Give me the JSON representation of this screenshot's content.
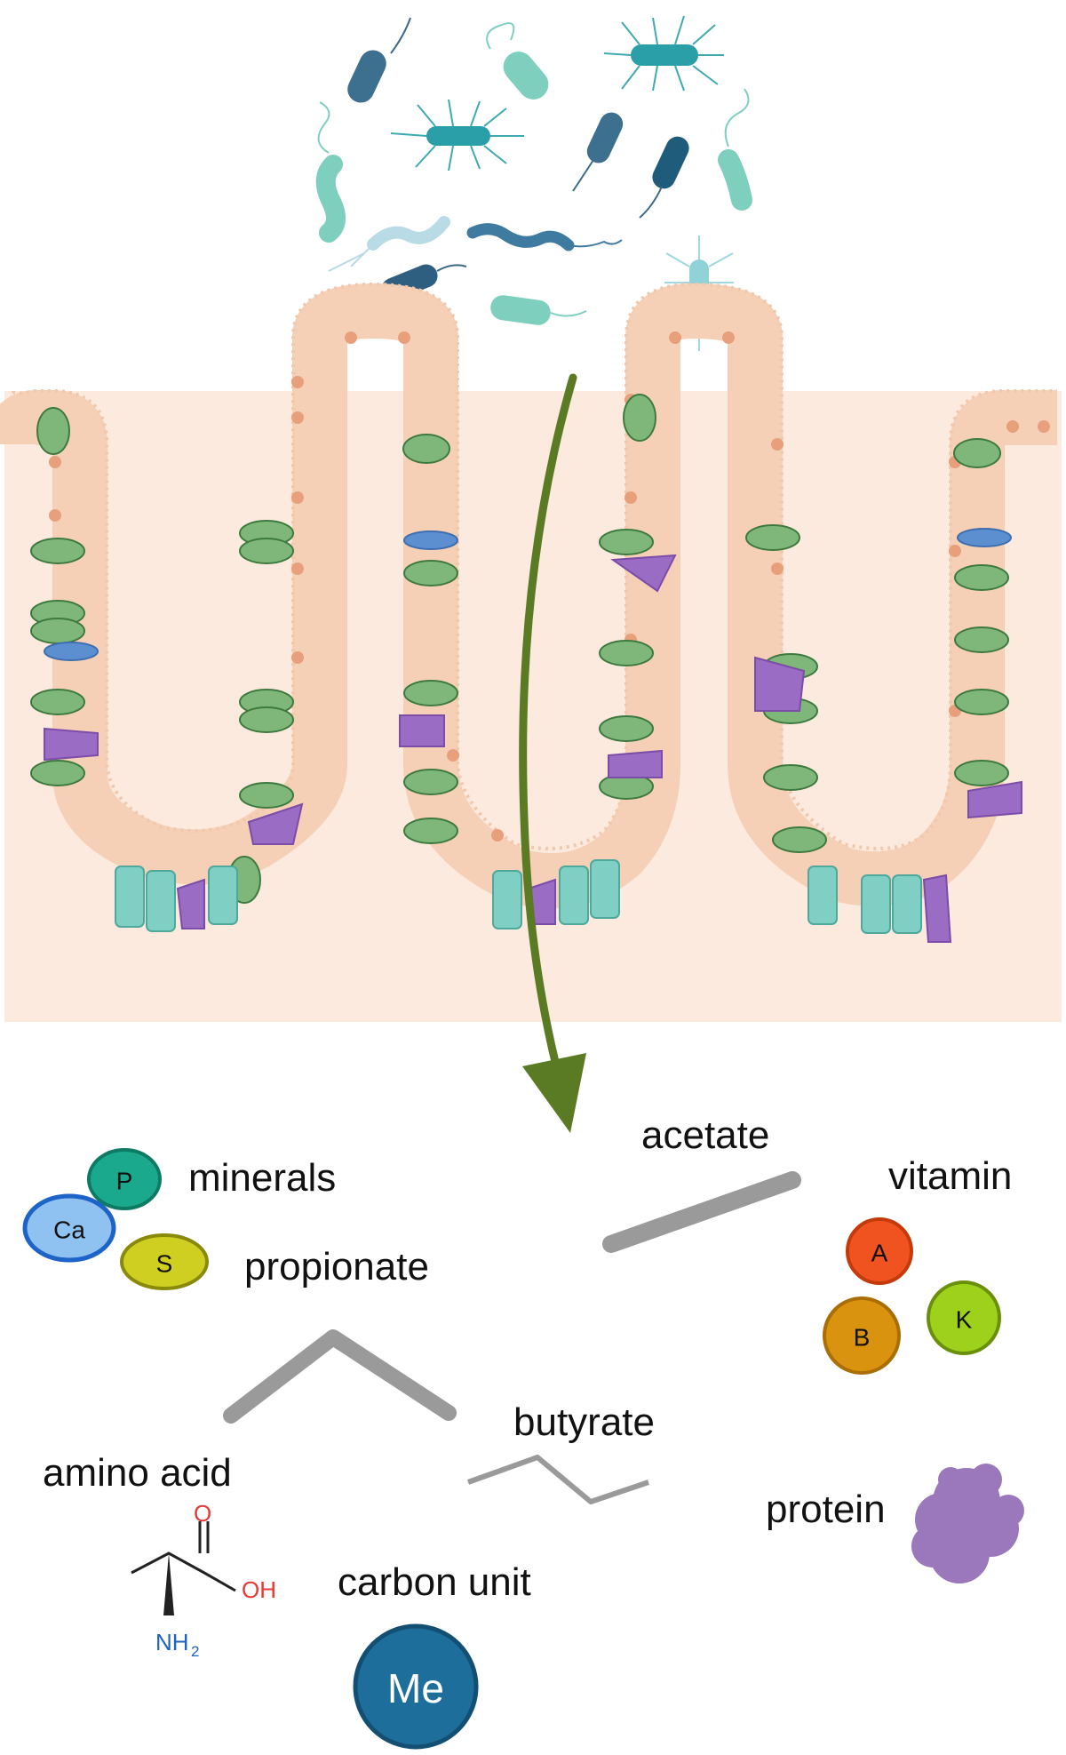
{
  "labels": {
    "acetate": "acetate",
    "minerals": "minerals",
    "vitamin": "vitamin",
    "propionate": "propionate",
    "butyrate": "butyrate",
    "amino_acid": "amino acid",
    "protein": "protein",
    "carbon_unit": "carbon unit"
  },
  "minerals": {
    "p": "P",
    "ca": "Ca",
    "s": "S"
  },
  "vitamins": {
    "a": "A",
    "b": "B",
    "k": "K"
  },
  "amino_acid_structure": {
    "o": "O",
    "oh": "OH",
    "nh2": "NH",
    "nh2_sub": "2"
  },
  "carbon_unit_badge": "Me",
  "colors": {
    "tissue": "#fbeadd",
    "epithelium": "#f6d0b6",
    "goblet": "#6aa56a",
    "tuft": "#9b6cc4",
    "stem": "#7fcfc4",
    "arrow": "#5a7a24",
    "molecule_bar": "#9a9a9a",
    "mineral_p": "#1aa98d",
    "mineral_ca": "#8fc2f0",
    "mineral_s": "#cfcf22",
    "vitamin_a": "#f0531f",
    "vitamin_b": "#d9930e",
    "vitamin_k": "#9ed11c",
    "protein": "#9a78bb",
    "carbon_unit": "#1e6e9b"
  }
}
